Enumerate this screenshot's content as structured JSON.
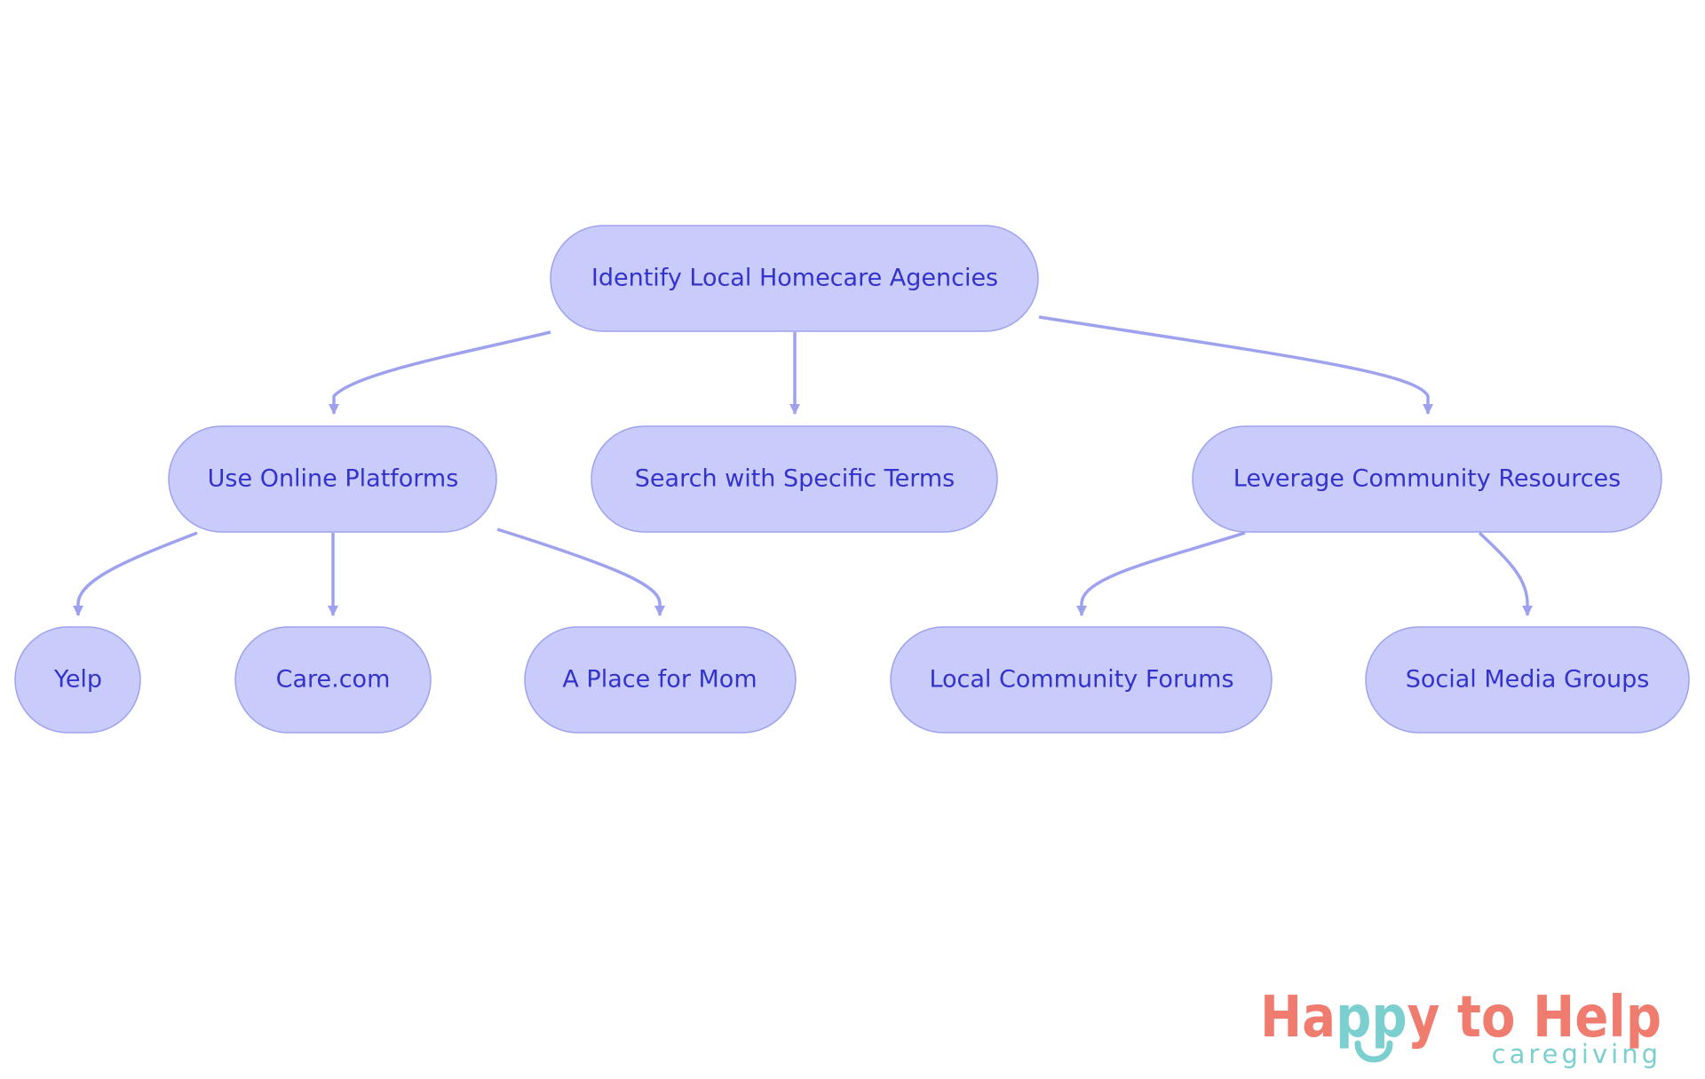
{
  "diagram": {
    "type": "tree",
    "colors": {
      "node_fill": "#c9ccfb",
      "node_stroke": "#9ea2ee",
      "edge": "#9ea2ee",
      "text": "#3333cc"
    },
    "nodes": {
      "root": "Identify Local Homecare Agencies",
      "online": "Use Online Platforms",
      "search": "Search with Specific Terms",
      "community": "Leverage Community Resources",
      "yelp": "Yelp",
      "care": "Care.com",
      "place": "A Place for Mom",
      "forums": "Local Community Forums",
      "social": "Social Media Groups"
    },
    "edges": [
      [
        "root",
        "online"
      ],
      [
        "root",
        "search"
      ],
      [
        "root",
        "community"
      ],
      [
        "online",
        "yelp"
      ],
      [
        "online",
        "care"
      ],
      [
        "online",
        "place"
      ],
      [
        "community",
        "forums"
      ],
      [
        "community",
        "social"
      ]
    ]
  },
  "logo": {
    "parts": [
      "Ha",
      "pp",
      "y to Help"
    ],
    "sub": "caregiving",
    "colors": {
      "primary": "#f07b6f",
      "accent": "#7ccfcf"
    }
  }
}
